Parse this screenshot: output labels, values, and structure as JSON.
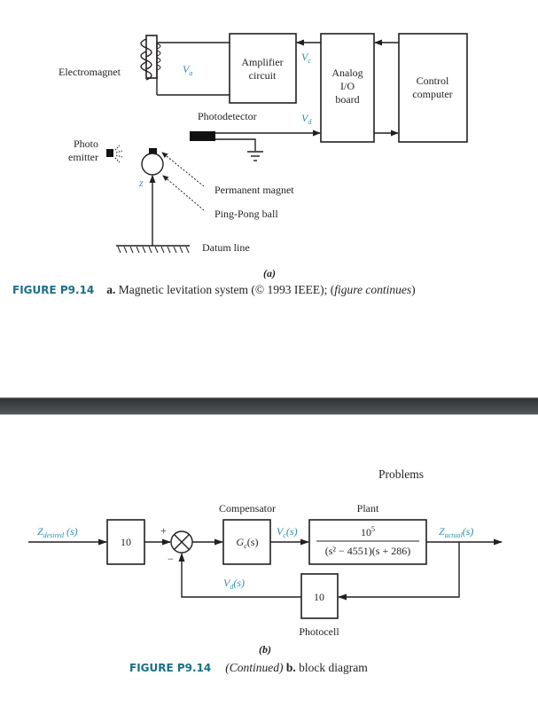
{
  "figure_a": {
    "labels": {
      "electromagnet": "Electromagnet",
      "va": "V",
      "va_sub": "a",
      "amplifier_line1": "Amplifier",
      "amplifier_line2": "circuit",
      "vc": "V",
      "vc_sub": "c",
      "analog_line1": "Analog",
      "analog_line2": "I/O",
      "analog_line3": "board",
      "control_line1": "Control",
      "control_line2": "computer",
      "photodetector": "Photodetector",
      "vd": "V",
      "vd_sub": "d",
      "photo_emitter_line1": "Photo",
      "photo_emitter_line2": "emitter",
      "z": "z",
      "permanent_magnet": "Permanent magnet",
      "ping_pong_ball": "Ping-Pong ball",
      "datum_line": "Datum line"
    },
    "sublabel": "(a)",
    "caption_label": "FIGURE P9.14",
    "caption_bold": "a.",
    "caption_text": " Magnetic levitation system (© 1993 IEEE); (",
    "caption_italic": "figure continues",
    "caption_end": ")"
  },
  "figure_b": {
    "header": "Problems",
    "input_label": "Z",
    "input_sub": "desired",
    "input_arg": " (s)",
    "input_gain": "10",
    "sum_plus": "+",
    "sum_minus": "−",
    "compensator_title": "Compensator",
    "compensator_tf": "G",
    "compensator_sub": "c",
    "compensator_arg": "(s)",
    "vc_label": "V",
    "vc_sub": "c",
    "vc_arg": "(s)",
    "plant_title": "Plant",
    "plant_num": "10",
    "plant_num_exp": "5",
    "plant_den": "(s² − 4551)(s + 286)",
    "output_label": "Z",
    "output_sub": "actual",
    "output_arg": "(s)",
    "vd_label": "V",
    "vd_sub": "d",
    "vd_arg": "(s)",
    "feedback_gain": "10",
    "photocell": "Photocell",
    "sublabel": "(b)",
    "caption_label": "FIGURE P9.14",
    "caption_italic": "(Continued)",
    "caption_bold": " b.",
    "caption_text": " block diagram"
  },
  "colors": {
    "signal": "#2e8fae",
    "caption_label": "#1b6f86",
    "ink": "#231f20"
  }
}
